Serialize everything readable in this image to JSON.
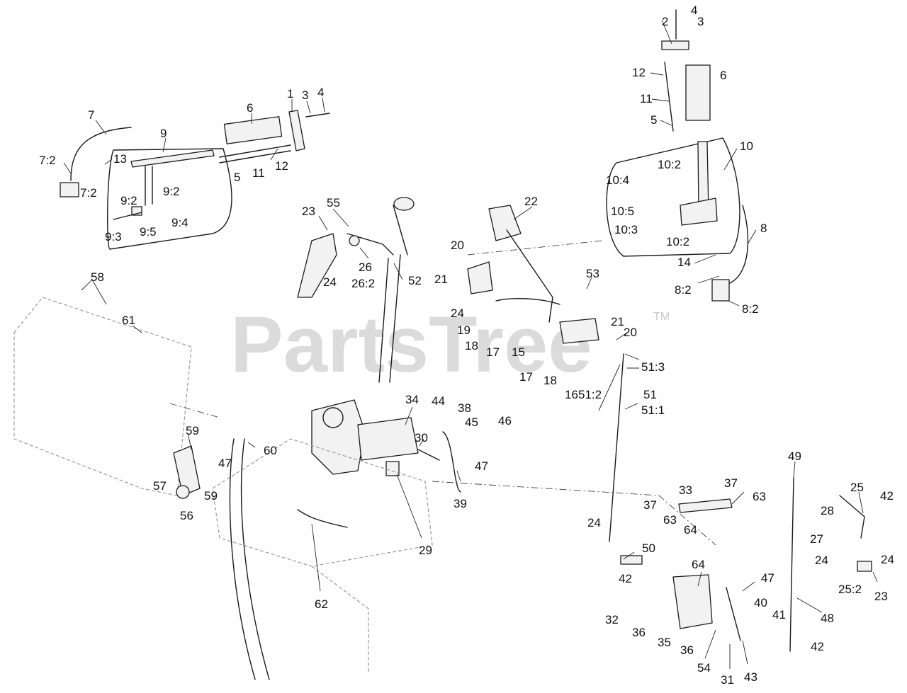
{
  "watermark": {
    "text": "PartsTree",
    "mark": "TM"
  },
  "callouts": [
    {
      "id": "c-1",
      "text": "1"
    },
    {
      "id": "c-3a",
      "text": "3"
    },
    {
      "id": "c-4a",
      "text": "4"
    },
    {
      "id": "c-6a",
      "text": "6"
    },
    {
      "id": "c-7",
      "text": "7"
    },
    {
      "id": "c-9",
      "text": "9"
    },
    {
      "id": "c-7-2a",
      "text": "7:2"
    },
    {
      "id": "c-13",
      "text": "13"
    },
    {
      "id": "c-7-2b",
      "text": "7:2"
    },
    {
      "id": "c-9-2a",
      "text": "9:2"
    },
    {
      "id": "c-9-2b",
      "text": "9:2"
    },
    {
      "id": "c-5a",
      "text": "5"
    },
    {
      "id": "c-11a",
      "text": "11"
    },
    {
      "id": "c-12a",
      "text": "12"
    },
    {
      "id": "c-9-4",
      "text": "9:4"
    },
    {
      "id": "c-9-3",
      "text": "9:3"
    },
    {
      "id": "c-9-5",
      "text": "9:5"
    },
    {
      "id": "c-4b",
      "text": "4"
    },
    {
      "id": "c-2",
      "text": "2"
    },
    {
      "id": "c-3b",
      "text": "3"
    },
    {
      "id": "c-12b",
      "text": "12"
    },
    {
      "id": "c-6b",
      "text": "6"
    },
    {
      "id": "c-11b",
      "text": "11"
    },
    {
      "id": "c-5b",
      "text": "5"
    },
    {
      "id": "c-10",
      "text": "10"
    },
    {
      "id": "c-10-2a",
      "text": "10:2"
    },
    {
      "id": "c-10-4",
      "text": "10:4"
    },
    {
      "id": "c-10-5",
      "text": "10:5"
    },
    {
      "id": "c-10-3",
      "text": "10:3"
    },
    {
      "id": "c-10-2b",
      "text": "10:2"
    },
    {
      "id": "c-8",
      "text": "8"
    },
    {
      "id": "c-14",
      "text": "14"
    },
    {
      "id": "c-8-2a",
      "text": "8:2"
    },
    {
      "id": "c-8-2b",
      "text": "8:2"
    },
    {
      "id": "c-23a",
      "text": "23"
    },
    {
      "id": "c-55",
      "text": "55"
    },
    {
      "id": "c-22",
      "text": "22"
    },
    {
      "id": "c-20a",
      "text": "20"
    },
    {
      "id": "c-26",
      "text": "26"
    },
    {
      "id": "c-24a",
      "text": "24"
    },
    {
      "id": "c-26-2",
      "text": "26:2"
    },
    {
      "id": "c-52",
      "text": "52"
    },
    {
      "id": "c-21a",
      "text": "21"
    },
    {
      "id": "c-53",
      "text": "53"
    },
    {
      "id": "c-58",
      "text": "58"
    },
    {
      "id": "c-61",
      "text": "61"
    },
    {
      "id": "c-24b",
      "text": "24"
    },
    {
      "id": "c-19",
      "text": "19"
    },
    {
      "id": "c-21b",
      "text": "21"
    },
    {
      "id": "c-20b",
      "text": "20"
    },
    {
      "id": "c-18a",
      "text": "18"
    },
    {
      "id": "c-17a",
      "text": "17"
    },
    {
      "id": "c-15",
      "text": "15"
    },
    {
      "id": "c-51-3",
      "text": "51:3"
    },
    {
      "id": "c-17b",
      "text": "17"
    },
    {
      "id": "c-18b",
      "text": "18"
    },
    {
      "id": "c-16",
      "text": "16"
    },
    {
      "id": "c-51-2",
      "text": "51:2"
    },
    {
      "id": "c-51",
      "text": "51"
    },
    {
      "id": "c-51-1",
      "text": "51:1"
    },
    {
      "id": "c-34",
      "text": "34"
    },
    {
      "id": "c-44",
      "text": "44"
    },
    {
      "id": "c-38",
      "text": "38"
    },
    {
      "id": "c-45",
      "text": "45"
    },
    {
      "id": "c-46",
      "text": "46"
    },
    {
      "id": "c-30",
      "text": "30"
    },
    {
      "id": "c-59a",
      "text": "59"
    },
    {
      "id": "c-60",
      "text": "60"
    },
    {
      "id": "c-47a",
      "text": "47"
    },
    {
      "id": "c-47b",
      "text": "47"
    },
    {
      "id": "c-57",
      "text": "57"
    },
    {
      "id": "c-59b",
      "text": "59"
    },
    {
      "id": "c-56",
      "text": "56"
    },
    {
      "id": "c-39",
      "text": "39"
    },
    {
      "id": "c-49",
      "text": "49"
    },
    {
      "id": "c-25",
      "text": "25"
    },
    {
      "id": "c-42a",
      "text": "42"
    },
    {
      "id": "c-33",
      "text": "33"
    },
    {
      "id": "c-37a",
      "text": "37"
    },
    {
      "id": "c-37b",
      "text": "37"
    },
    {
      "id": "c-63a",
      "text": "63"
    },
    {
      "id": "c-28",
      "text": "28"
    },
    {
      "id": "c-63b",
      "text": "63"
    },
    {
      "id": "c-64a",
      "text": "64"
    },
    {
      "id": "c-27",
      "text": "27"
    },
    {
      "id": "c-24c",
      "text": "24"
    },
    {
      "id": "c-24d",
      "text": "24"
    },
    {
      "id": "c-24e",
      "text": "24"
    },
    {
      "id": "c-29",
      "text": "29"
    },
    {
      "id": "c-50",
      "text": "50"
    },
    {
      "id": "c-42b",
      "text": "42"
    },
    {
      "id": "c-64b",
      "text": "64"
    },
    {
      "id": "c-47c",
      "text": "47"
    },
    {
      "id": "c-25-2",
      "text": "25:2"
    },
    {
      "id": "c-23b",
      "text": "23"
    },
    {
      "id": "c-62",
      "text": "62"
    },
    {
      "id": "c-40",
      "text": "40"
    },
    {
      "id": "c-32",
      "text": "32"
    },
    {
      "id": "c-41",
      "text": "41"
    },
    {
      "id": "c-48",
      "text": "48"
    },
    {
      "id": "c-36a",
      "text": "36"
    },
    {
      "id": "c-35",
      "text": "35"
    },
    {
      "id": "c-36b",
      "text": "36"
    },
    {
      "id": "c-42c",
      "text": "42"
    },
    {
      "id": "c-54",
      "text": "54"
    },
    {
      "id": "c-31",
      "text": "31"
    },
    {
      "id": "c-43",
      "text": "43"
    }
  ]
}
